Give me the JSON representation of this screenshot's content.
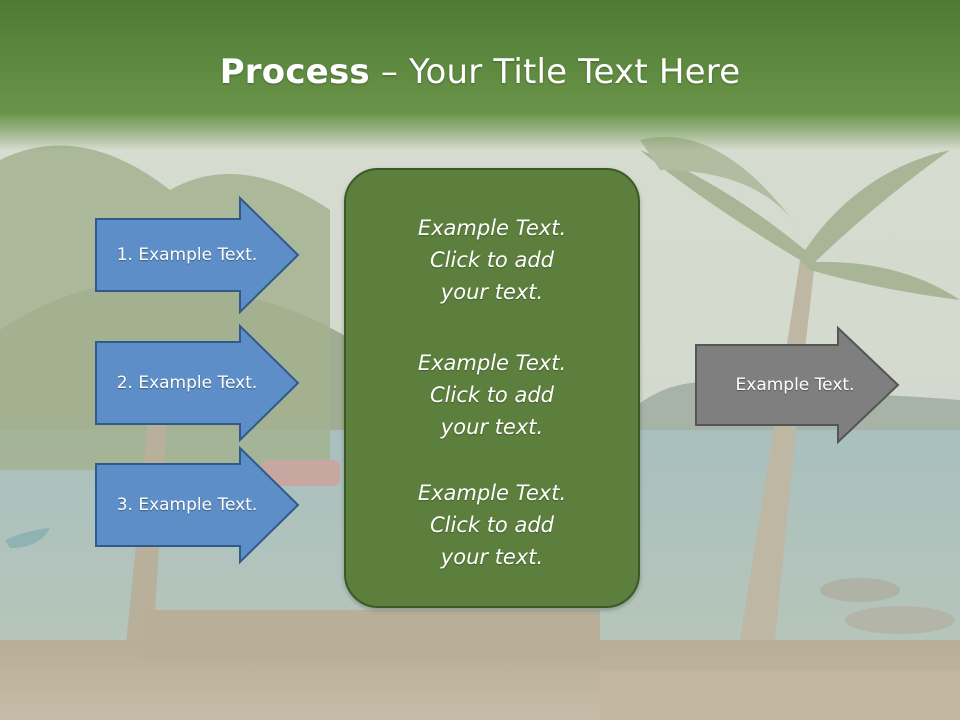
{
  "slide": {
    "title_bold": "Process",
    "title_rest": " – Your Title Text Here"
  },
  "inputs": [
    {
      "label": "1. Example Text."
    },
    {
      "label": "2. Example Text."
    },
    {
      "label": "3. Example Text."
    }
  ],
  "center": {
    "blocks": [
      {
        "line1": "Example Text.",
        "line2": "Click  to add",
        "line3": "your text."
      },
      {
        "line1": "Example Text.",
        "line2": "Click  to add",
        "line3": "your text."
      },
      {
        "line1": "Example Text.",
        "line2": "Click  to add",
        "line3": "your text."
      }
    ]
  },
  "output": {
    "label": "Example Text."
  },
  "colors": {
    "title_band": "#5e8a40",
    "input_arrow_fill": "#5e8ec7",
    "input_arrow_stroke": "#2f5b8c",
    "center_fill": "#5d7f3d",
    "output_arrow_fill": "#7f7f7f",
    "output_arrow_stroke": "#555555"
  },
  "icons": [
    "palm-tree-scene"
  ]
}
